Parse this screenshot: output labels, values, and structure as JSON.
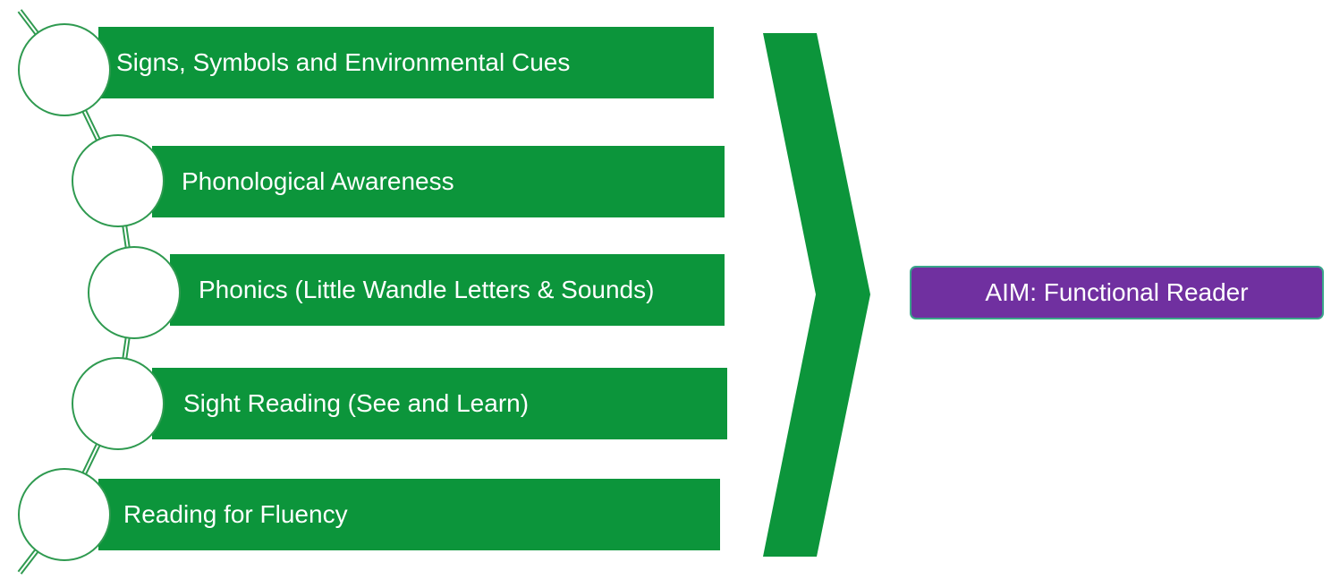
{
  "colors": {
    "step_fill": "#0c953b",
    "step_circle_stroke": "#2f9a50",
    "chevron_fill": "#0c953b",
    "aim_fill": "#7030a0",
    "aim_border": "#3aa58a",
    "text": "#ffffff"
  },
  "steps": [
    {
      "label": "Signs, Symbols and Environmental Cues"
    },
    {
      "label": "Phonological Awareness"
    },
    {
      "label": "Phonics (Little Wandle Letters & Sounds)"
    },
    {
      "label": "Sight Reading (See and Learn)"
    },
    {
      "label": "Reading for Fluency"
    }
  ],
  "chevron_icon": "chevron-right",
  "aim": {
    "label": "AIM: Functional Reader"
  }
}
